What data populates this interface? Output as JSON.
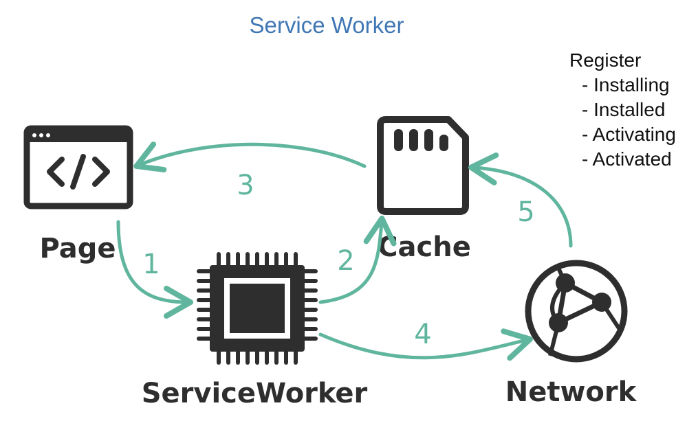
{
  "title": "Service Worker",
  "lifecycle": {
    "heading": "Register",
    "steps": [
      "- Installing",
      "- Installed",
      "- Activating",
      "- Activated"
    ]
  },
  "nodes": {
    "page": "Page",
    "cache": "Cache",
    "service_worker": "ServiceWorker",
    "network": "Network"
  },
  "arrows": {
    "page_to_sw": "1",
    "sw_to_cache": "2",
    "cache_to_page": "3",
    "sw_to_network": "4",
    "network_to_cache": "5"
  },
  "colors": {
    "title": "#3f77b4",
    "arrow": "#5fb59d",
    "icon": "#2e2e2e"
  }
}
